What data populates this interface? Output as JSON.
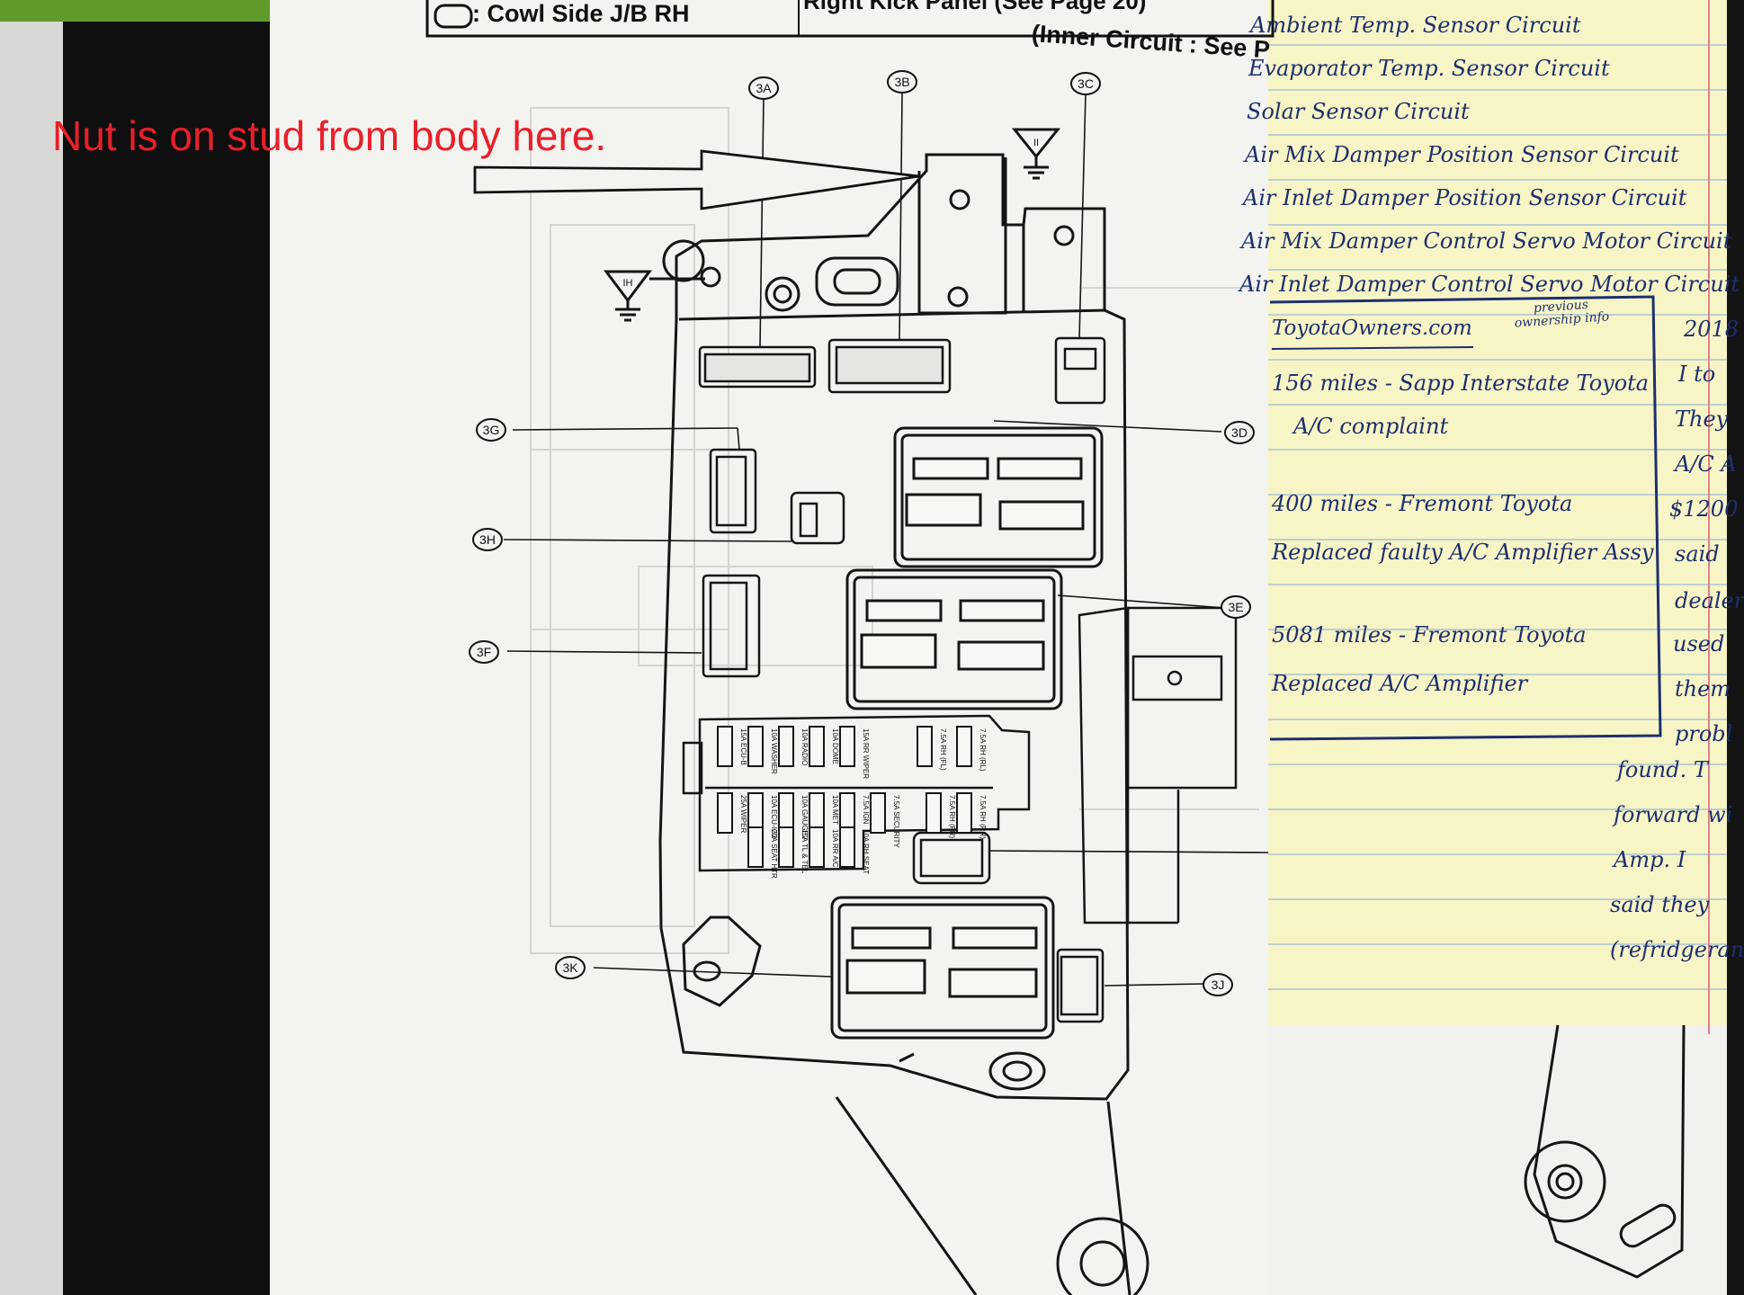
{
  "manual": {
    "header_symbol": "O",
    "header_jb": ": Cowl Side J/B RH",
    "header_location": "Right Kick Panel (See Page 20)",
    "inner_circuit": "(Inner Circuit : See P"
  },
  "annotation": {
    "text": "Nut is on stud from body here.",
    "color": "#e8202a"
  },
  "connectors": [
    "3A",
    "3B",
    "3C",
    "3D",
    "3E",
    "3F",
    "3G",
    "3H",
    "3J",
    "3K"
  ],
  "ground_labels": [
    "II",
    "IH"
  ],
  "fuses": {
    "row1": [
      "15A ECU-B",
      "10A WASHER",
      "10A RADIO",
      "10A DOME",
      "15A RR WIPER",
      "7.5A RH (FL)",
      "7.5A RH (RL)"
    ],
    "row2": [
      "25A WIPER",
      "10A ECU-IG2",
      "10A GAUGE2",
      "10A MET",
      "7.5A IGN",
      "7.5A SECURITY",
      "7.5A RH (FR)",
      "7.5A RH (RR)"
    ],
    "row3": [
      "20A SEAT HTR",
      "15A TL & TEL",
      "10A RR A/C",
      "10A RH SEAT"
    ]
  },
  "notes": {
    "lines_top": [
      "Ambient Temp. Sensor Circuit",
      "Evaporator Temp. Sensor Circuit",
      "Solar Sensor Circuit",
      "Air Mix Damper Position Sensor Circuit",
      "Air Inlet Damper Position Sensor Circuit",
      "Air Mix Damper Control Servo Motor Circuit",
      "Air Inlet Damper Control Servo Motor Circuit"
    ],
    "box_header": "ToyotaOwners.com",
    "box_header_note": "previous ownership info",
    "box_entries": [
      "156 miles - Sapp Interstate Toyota",
      "A/C complaint",
      "400 miles - Fremont Toyota",
      "Replaced faulty A/C Amplifier Assy",
      "5081 miles - Fremont Toyota",
      "Replaced A/C Amplifier"
    ],
    "right_col": [
      "2018",
      "I to",
      "They",
      "A/C A",
      "$1200",
      "said",
      "dealer",
      "used",
      "them",
      "probl",
      "found. T",
      "forward wi",
      "Amp. I",
      "said they",
      "(refridgeran"
    ]
  }
}
